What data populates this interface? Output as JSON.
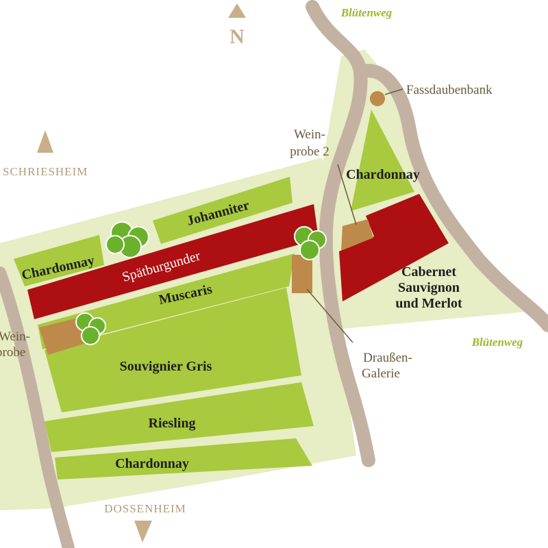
{
  "colors": {
    "background": "#ffffff",
    "area": "#e7edc4",
    "vineyard_green": "#a9c93f",
    "vineyard_red": "#ad0f12",
    "path": "#c3b2a2",
    "poi_brown": "#be8a4b",
    "tree": "#6bb22c",
    "tree_stroke": "#ffffff",
    "road_label": "#98b92a",
    "arrow": "#c9ae8a"
  },
  "icons": {
    "north_arrow": "triangle-up",
    "compass_arrows": "triangle",
    "tree": "round-canopy"
  },
  "compass": {
    "north": "N"
  },
  "towns": {
    "west": "SCHRIESHEIM",
    "south": "DOSSENHEIM"
  },
  "roads": {
    "top": "Blütenweg",
    "right": "Blütenweg"
  },
  "plots": {
    "chardonnay_nw": "Chardonnay",
    "johanniter": "Johanniter",
    "spaetburgunder": "Spätburgunder",
    "muscaris": "Muscaris",
    "souvignier_gris": "Souvignier Gris",
    "riesling": "Riesling",
    "chardonnay_south": "Chardonnay",
    "chardonnay_east": "Chardonnay",
    "cabernet": [
      "Cabernet",
      "Sauvignon",
      "und Merlot"
    ]
  },
  "points_of_interest": {
    "fassdaubenbank": "Fassdaubenbank",
    "weinprobe_west": [
      "Wein-",
      "probe"
    ],
    "weinprobe_2": [
      "Wein-",
      "probe 2"
    ],
    "draussen_galerie": [
      "Draußen-",
      "Galerie"
    ]
  }
}
